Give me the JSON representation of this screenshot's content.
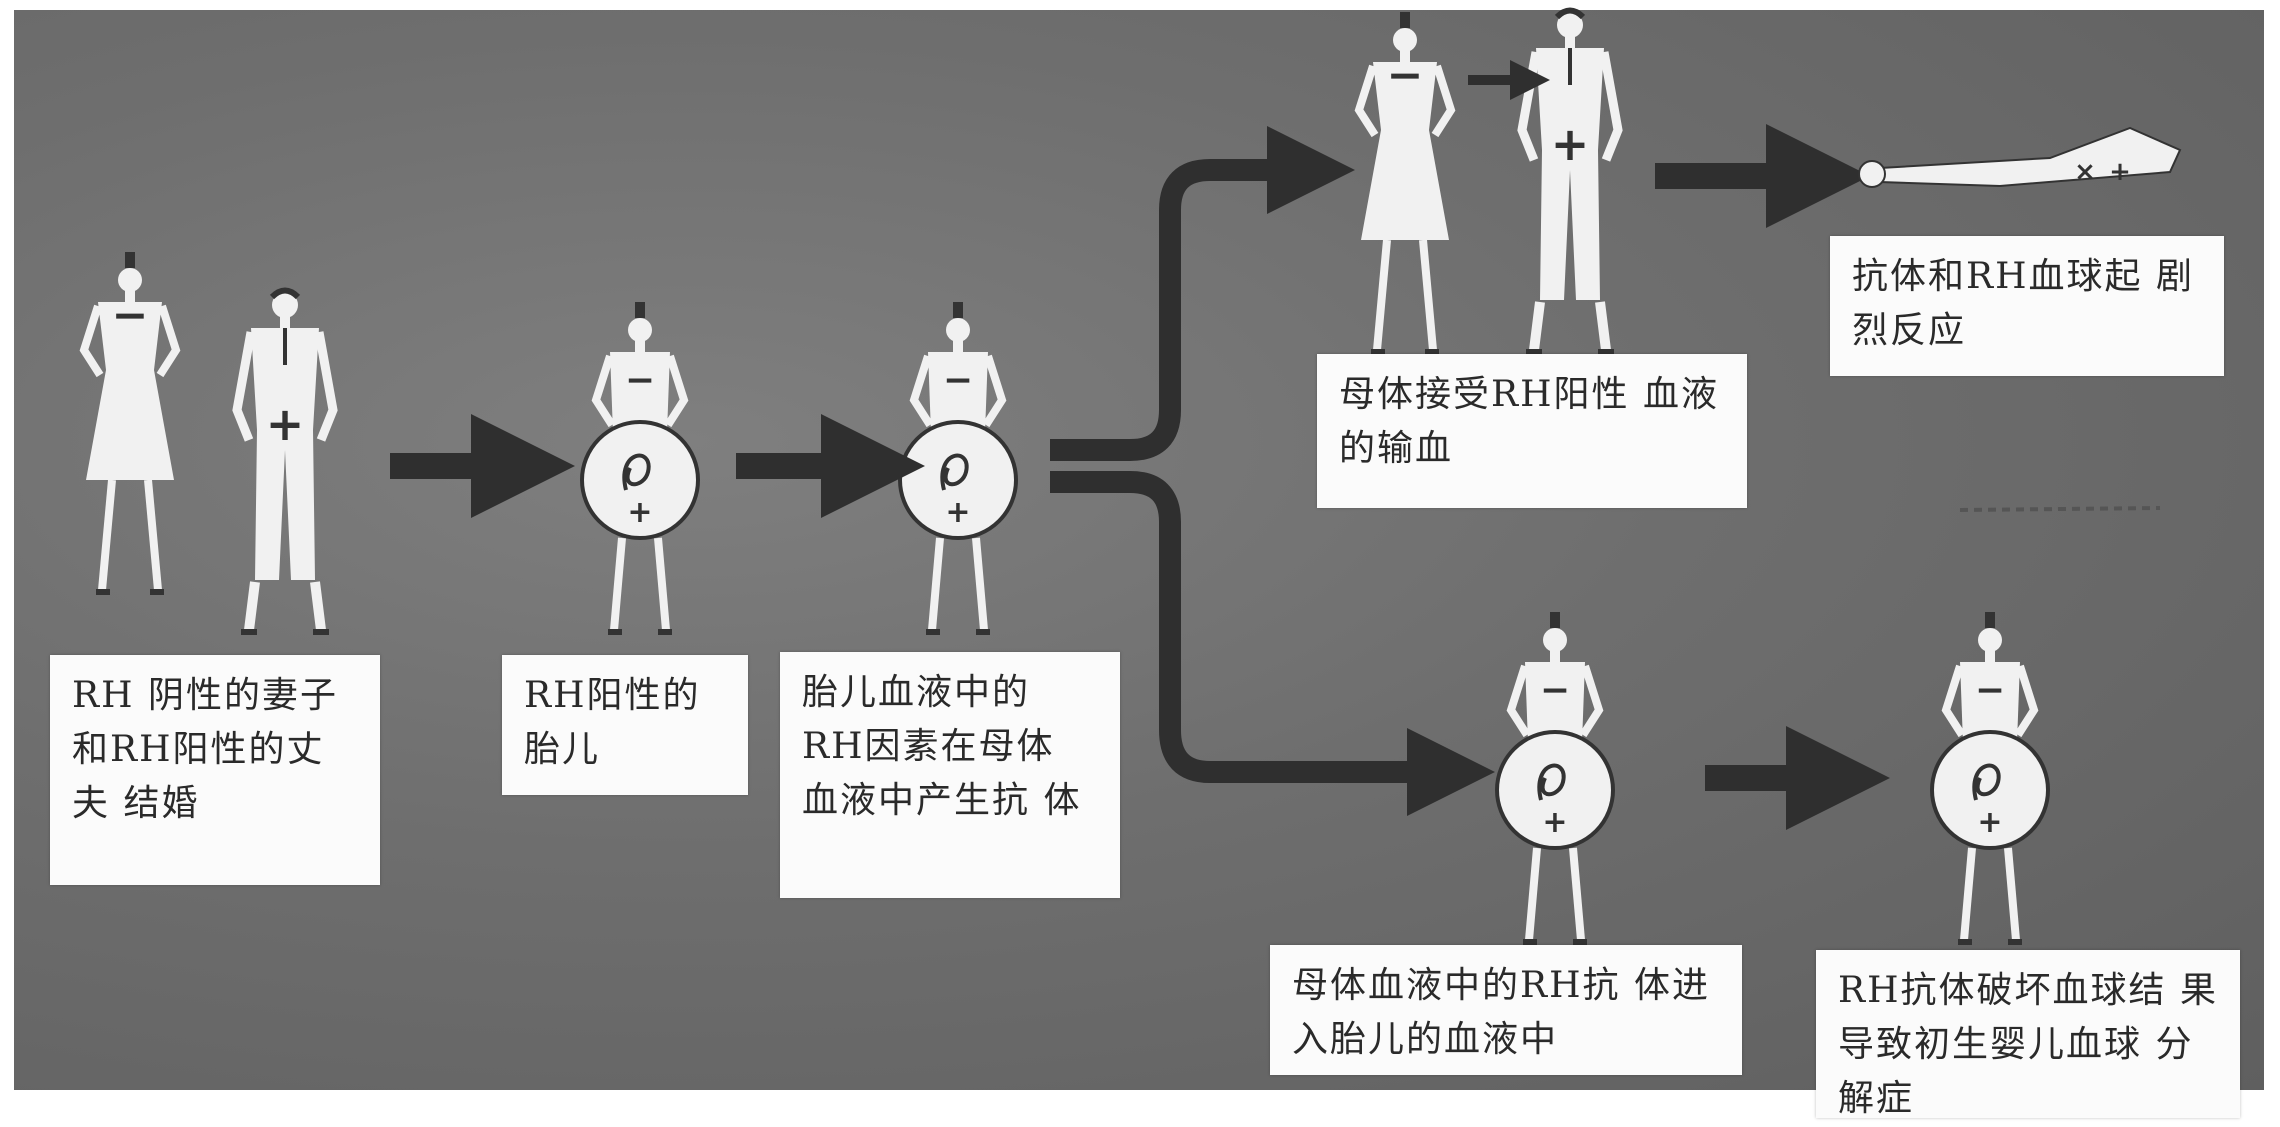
{
  "diagram": {
    "labels": {
      "parents": "RH 阴性的妻子 和RH阳性的丈夫 结婚",
      "positive_fetus": "RH阳性的 胎儿",
      "fetal_antigen": "胎儿血液中的 RH因素在母体 血液中产生抗 体",
      "transfusion": "母体接受RH阳性 血液的输血",
      "transfusion_reaction": "抗体和RH血球起 剧烈反应",
      "antibody_transfer": "母体血液中的RH抗 体进入胎儿的血液中",
      "hemolysis": "RH抗体破坏血球结 果导致初生婴儿血球 分解症"
    },
    "signs": {
      "positive": "+",
      "negative": "−",
      "recipient_mark": "×"
    },
    "colors": {
      "background": "#6e6e6e",
      "label_bg": "#fbfbfb",
      "arrow": "#2f2f2f",
      "figure": "#f1f1f1"
    }
  }
}
